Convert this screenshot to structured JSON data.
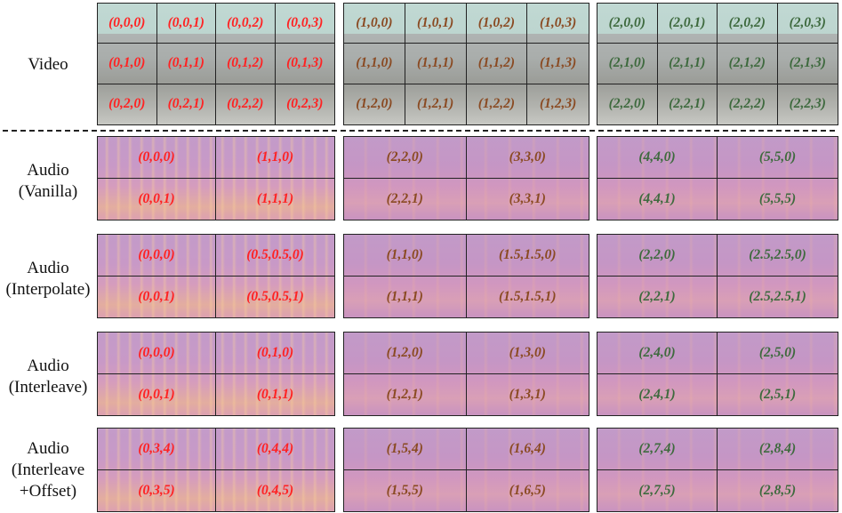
{
  "video": {
    "label": "Video",
    "groups": [
      [
        "(0,0,0)",
        "(0,0,1)",
        "(0,0,2)",
        "(0,0,3)",
        "(0,1,0)",
        "(0,1,1)",
        "(0,1,2)",
        "(0,1,3)",
        "(0,2,0)",
        "(0,2,1)",
        "(0,2,2)",
        "(0,2,3)"
      ],
      [
        "(1,0,0)",
        "(1,0,1)",
        "(1,0,2)",
        "(1,0,3)",
        "(1,1,0)",
        "(1,1,1)",
        "(1,1,2)",
        "(1,1,3)",
        "(1,2,0)",
        "(1,2,1)",
        "(1,2,2)",
        "(1,2,3)"
      ],
      [
        "(2,0,0)",
        "(2,0,1)",
        "(2,0,2)",
        "(2,0,3)",
        "(2,1,0)",
        "(2,1,1)",
        "(2,1,2)",
        "(2,1,3)",
        "(2,2,0)",
        "(2,2,1)",
        "(2,2,2)",
        "(2,2,3)"
      ]
    ]
  },
  "audio_rows": [
    {
      "label_line1": "Audio",
      "label_line2": "(Vanilla)",
      "label_line3": "",
      "groups": [
        [
          "(0,0,0)",
          "(1,1,0)",
          "(0,0,1)",
          "(1,1,1)"
        ],
        [
          "(2,2,0)",
          "(3,3,0)",
          "(2,2,1)",
          "(3,3,1)"
        ],
        [
          "(4,4,0)",
          "(5,5,0)",
          "(4,4,1)",
          "(5,5,5)"
        ]
      ]
    },
    {
      "label_line1": "Audio",
      "label_line2": "(Interpolate)",
      "label_line3": "",
      "groups": [
        [
          "(0,0,0)",
          "(0.5,0.5,0)",
          "(0,0,1)",
          "(0.5,0.5,1)"
        ],
        [
          "(1,1,0)",
          "(1.5,1.5,0)",
          "(1,1,1)",
          "(1.5,1.5,1)"
        ],
        [
          "(2,2,0)",
          "(2.5,2.5,0)",
          "(2,2,1)",
          "(2.5,2.5,1)"
        ]
      ]
    },
    {
      "label_line1": "Audio",
      "label_line2": "(Interleave)",
      "label_line3": "",
      "groups": [
        [
          "(0,0,0)",
          "(0,1,0)",
          "(0,0,1)",
          "(0,1,1)"
        ],
        [
          "(1,2,0)",
          "(1,3,0)",
          "(1,2,1)",
          "(1,3,1)"
        ],
        [
          "(2,4,0)",
          "(2,5,0)",
          "(2,4,1)",
          "(2,5,1)"
        ]
      ]
    },
    {
      "label_line1": "Audio",
      "label_line2": "(Interleave",
      "label_line3": "+Offset)",
      "groups": [
        [
          "(0,3,4)",
          "(0,4,4)",
          "(0,3,5)",
          "(0,4,5)"
        ],
        [
          "(1,5,4)",
          "(1,6,4)",
          "(1,5,5)",
          "(1,6,5)"
        ],
        [
          "(2,7,4)",
          "(2,8,4)",
          "(2,7,5)",
          "(2,8,5)"
        ]
      ]
    }
  ],
  "colors": {
    "group0_text": "#ff2222",
    "group1_text": "#8a4a22",
    "group2_text": "#3e6a3e"
  }
}
